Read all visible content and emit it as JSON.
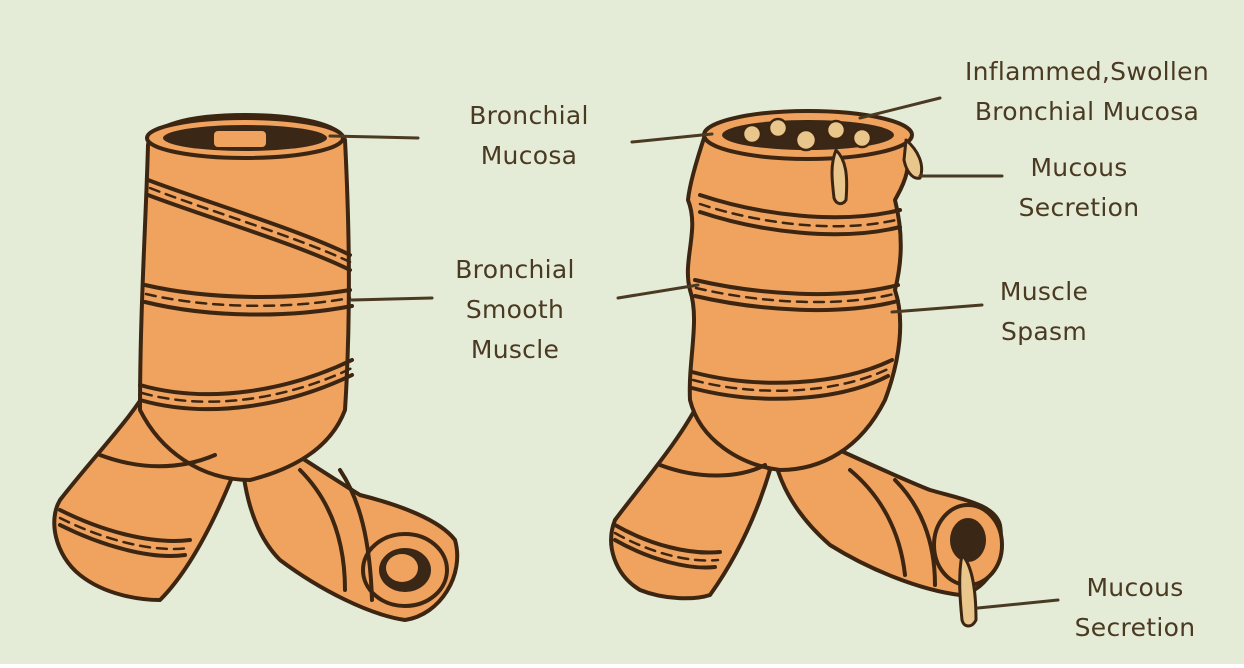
{
  "diagram": {
    "colors": {
      "background": "#e4ebd6",
      "tube": "#f0a25f",
      "tube_shade": "#d9833f",
      "outline": "#3c2612",
      "mucus": "#e9c68c",
      "text": "#4a3a22"
    },
    "labels": {
      "bronchial_mucosa": [
        "Bronchial",
        "Mucosa"
      ],
      "bronchial_smooth_muscle": [
        "Bronchial",
        "Smooth",
        "Muscle"
      ],
      "inflamed_mucosa": [
        "Inflammed,Swollen",
        "Bronchial Mucosa"
      ],
      "mucous_secretion_top": [
        "Mucous",
        "Secretion"
      ],
      "muscle_spasm": [
        "Muscle",
        "Spasm"
      ],
      "mucous_secretion_bottom": [
        "Mucous",
        "Secretion"
      ]
    }
  }
}
